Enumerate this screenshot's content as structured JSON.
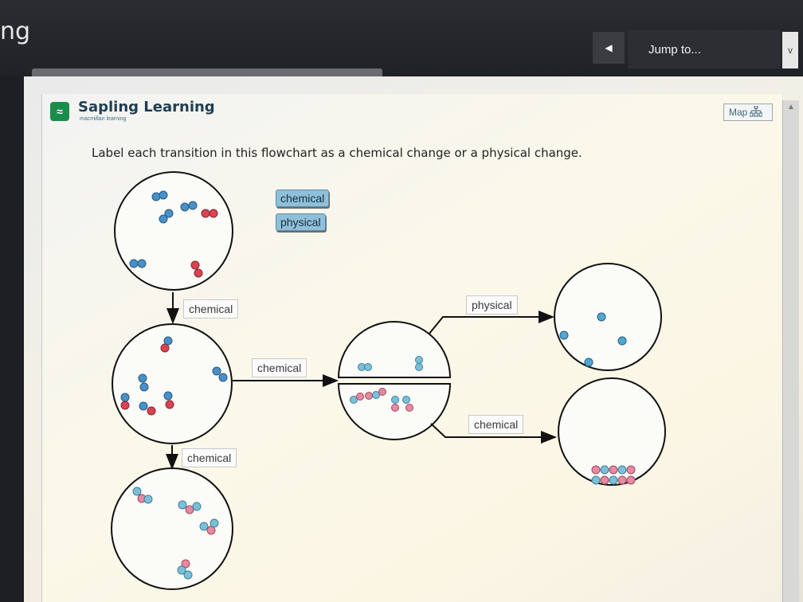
{
  "topbar": {
    "brand_fragment": "ng",
    "prev_icon": "◀",
    "jump_label": "Jump to...",
    "jump_arrow": "v"
  },
  "header": {
    "logo_text": "Sapling Learning",
    "logo_sub": "macmillan learning",
    "map_label": "Map"
  },
  "question": {
    "prompt": "Label each transition in this flowchart as a chemical change or a physical change."
  },
  "answer_bank": {
    "chips": [
      "chemical",
      "physical"
    ]
  },
  "flowchart": {
    "labels": {
      "top_to_middle": "chemical",
      "middle_to_bottom": "chemical",
      "middle_to_split": "chemical",
      "split_upper_to_right": "physical",
      "split_lower_to_right": "chemical"
    }
  },
  "colors": {
    "atom_blue": "#4a90c8",
    "atom_red": "#d64550",
    "atom_blue_light": "#7cc0d8",
    "atom_pink": "#e58aa0",
    "arrow": "#111111"
  }
}
